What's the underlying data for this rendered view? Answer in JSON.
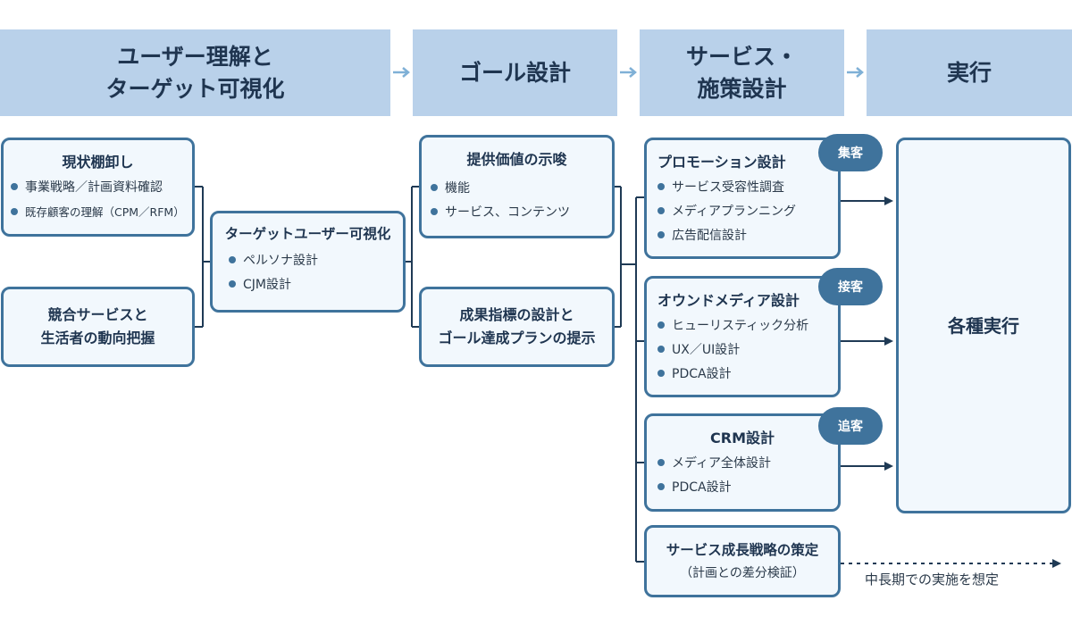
{
  "headers": [
    {
      "label": "ユーザー理解と\nターゲット可視化"
    },
    {
      "label": "ゴール設計"
    },
    {
      "label": "サービス・\n施策設計"
    },
    {
      "label": "実行"
    }
  ],
  "col1": {
    "box1": {
      "title": "現状棚卸し",
      "items": [
        "事業戦略／計画資料確認",
        "既存顧客の理解（CPM／RFM）"
      ]
    },
    "box2": {
      "title": "競合サービスと\n生活者の動向把握"
    }
  },
  "col2": {
    "title": "ターゲットユーザー可視化",
    "items": [
      "ペルソナ設計",
      "CJM設計"
    ]
  },
  "col3": {
    "box1": {
      "title": "提供価値の示唆",
      "items": [
        "機能",
        "サービス、コンテンツ"
      ]
    },
    "box2": {
      "title": "成果指標の設計と\nゴール達成プランの提示"
    }
  },
  "col4": {
    "promotion": {
      "title": "プロモーション設計",
      "badge": "集客",
      "items": [
        "サービス受容性調査",
        "メディアプランニング",
        "広告配信設計"
      ]
    },
    "owned": {
      "title": "オウンドメディア設計",
      "badge": "接客",
      "items": [
        "ヒューリスティック分析",
        "UX／UI設計",
        "PDCA設計"
      ]
    },
    "crm": {
      "title": "CRM設計",
      "badge": "追客",
      "items": [
        "メディア全体設計",
        "PDCA設計"
      ]
    },
    "growth": {
      "title": "サービス成長戦略の策定",
      "subtitle": "（計画との差分検証）"
    }
  },
  "execution": {
    "title": "各種実行"
  },
  "note": "中長期での実施を想定",
  "colors": {
    "header_bg": "#b9d1ea",
    "box_border": "#3f739c",
    "box_bg": "#f2f8fd",
    "line": "#1f3a55",
    "arrow": "#7fb0d6"
  }
}
